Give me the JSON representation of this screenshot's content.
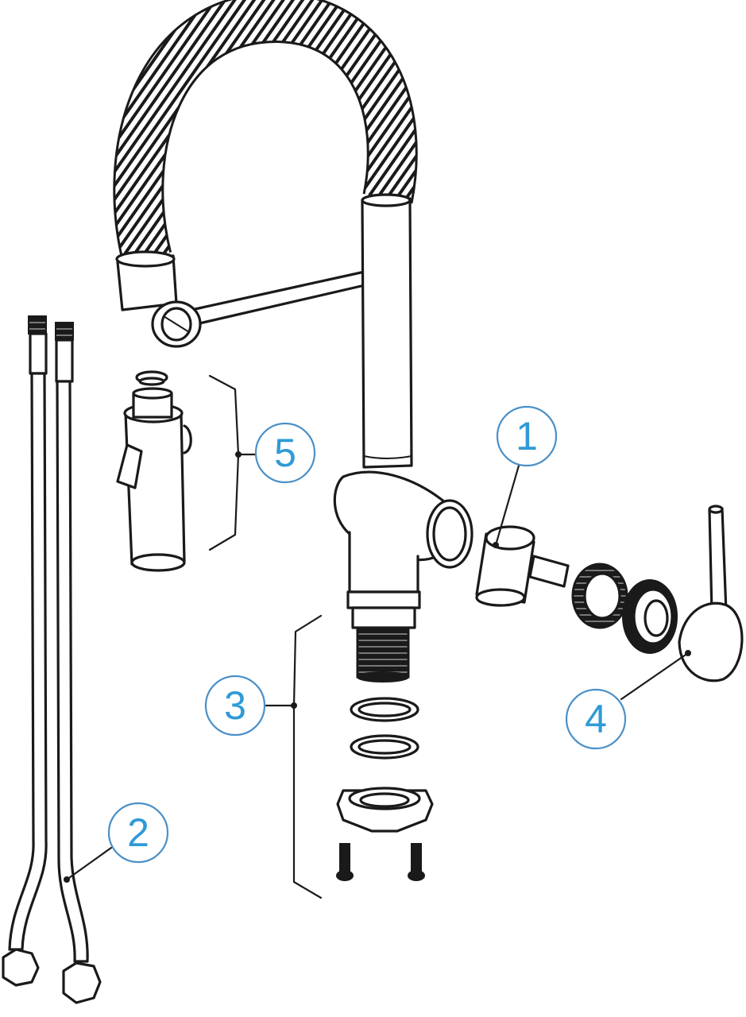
{
  "diagram": {
    "accent_color": "#2f9ad6",
    "line_color": "#1a1a1a",
    "callouts": [
      {
        "id": "1",
        "label": "1"
      },
      {
        "id": "2",
        "label": "2"
      },
      {
        "id": "3",
        "label": "3"
      },
      {
        "id": "4",
        "label": "4"
      },
      {
        "id": "5",
        "label": "5"
      }
    ]
  }
}
